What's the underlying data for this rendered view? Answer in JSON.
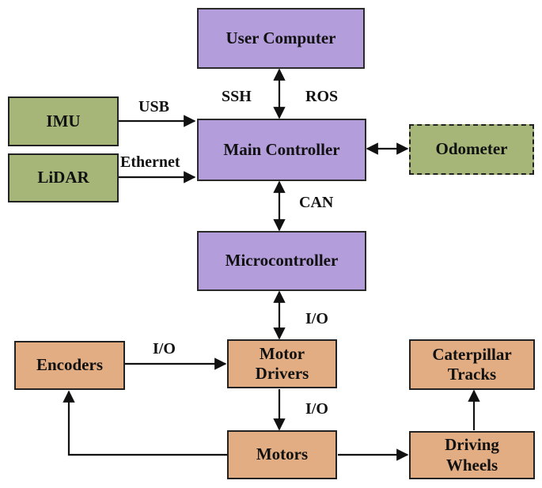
{
  "nodes": {
    "user_computer": "User Computer",
    "main_controller": "Main Controller",
    "imu": "IMU",
    "lidar": "LiDAR",
    "odometer": "Odometer",
    "microcontroller": "Microcontroller",
    "encoders": "Encoders",
    "motor_drivers": "Motor\nDrivers",
    "caterpillar_tracks": "Caterpillar\nTracks",
    "motors": "Motors",
    "driving_wheels": "Driving\nWheels"
  },
  "edge_labels": {
    "ssh": "SSH",
    "ros": "ROS",
    "usb": "USB",
    "ethernet": "Ethernet",
    "can": "CAN",
    "io_micro_drivers": "I/O",
    "io_encoders_drivers": "I/O",
    "io_drivers_motors": "I/O"
  },
  "colors": {
    "purple": "#b39ddb",
    "green": "#a5b678",
    "orange": "#e2ad82"
  }
}
